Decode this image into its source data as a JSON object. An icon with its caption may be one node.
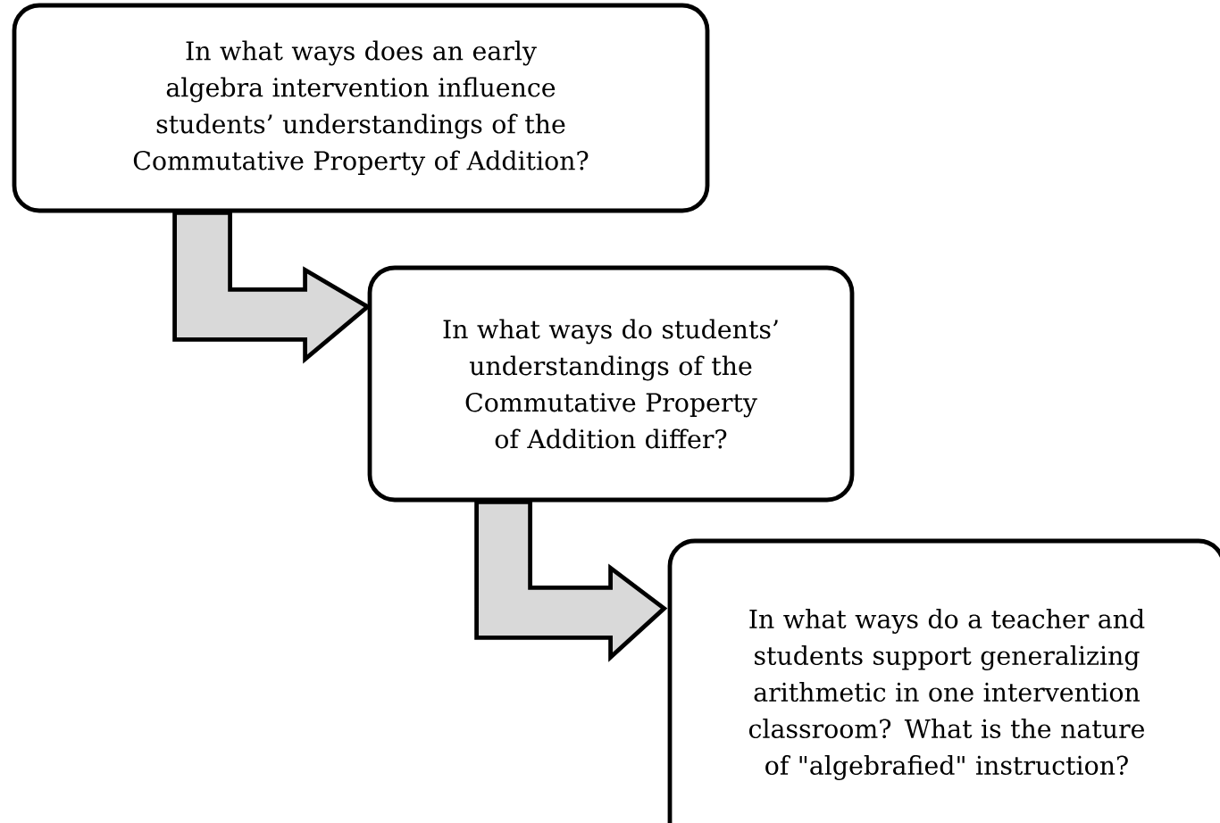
{
  "diagram": {
    "nodes": [
      {
        "text": [
          "In what ways does an early algebra intervention influence students’ understandings of the Commutative Property of Addition?"
        ]
      },
      {
        "text": [
          "In what ways do students’ understandings of the Commutative Property of Addition differ?"
        ]
      },
      {
        "text": [
          "In what ways do a teacher and students support generalizing arithmetic in one intervention classroom? What is the nature of \"algebrafied\" instruction?"
        ]
      }
    ],
    "edges": [
      {
        "from": 0,
        "to": 1,
        "arrow": "to"
      },
      {
        "from": 1,
        "to": 2,
        "arrow": "to"
      }
    ]
  }
}
